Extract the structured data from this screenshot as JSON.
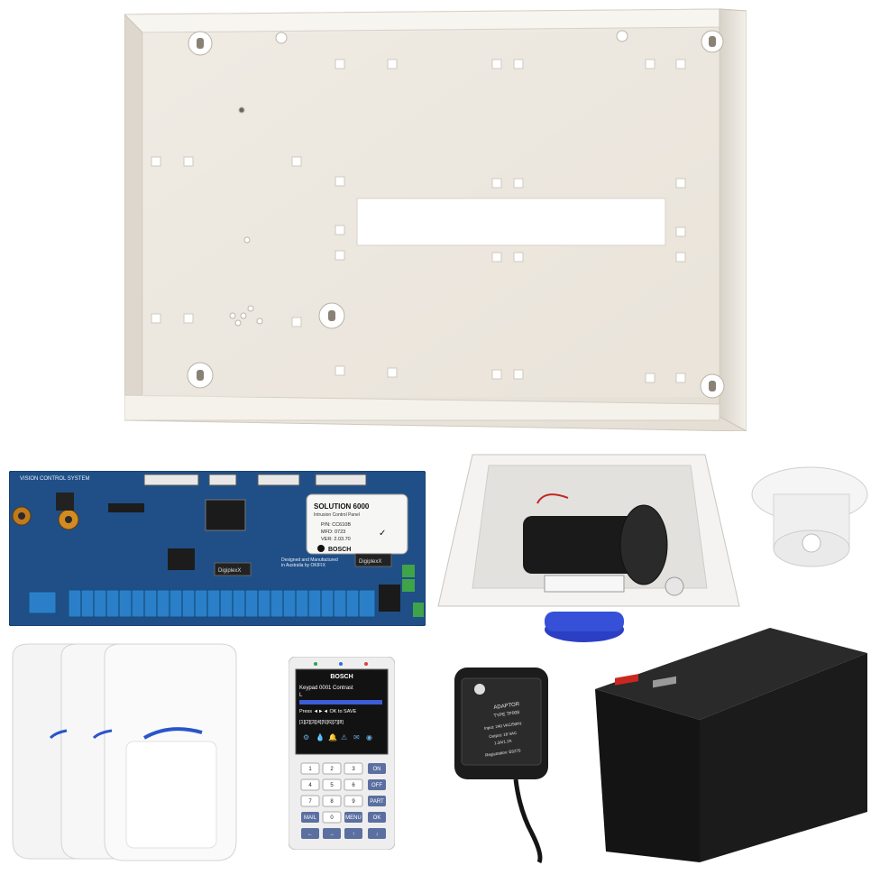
{
  "panel_label": {
    "line1": "SOLUTION 6000",
    "line2": "Intrusion Control Panel",
    "pn": "P/N: CC610B",
    "mfd": "MFD: 0723",
    "ver": "VER: 2.03.70",
    "brand": "BOSCH"
  },
  "board_marks": {
    "header": "VISION CONTROL SYSTEM",
    "made_in": "Designed and Manufactured",
    "made_in2": "in Australia by OKIFIX",
    "chip1": "DigiplexX",
    "chip2": "DigiplexX"
  },
  "keypad": {
    "brand": "BOSCH",
    "line1": "Keypad 0001 Contrast",
    "line2": "L",
    "line3": "Press ◄►◄ OK to SAVE",
    "status_line": "[1][2][3][4][5][6][7][8]",
    "keys": [
      "1",
      "2",
      "3",
      "ON",
      "4",
      "5",
      "6",
      "OFF",
      "7",
      "8",
      "9",
      "PART",
      "MAIL",
      "0",
      "MENU",
      "OK",
      "←",
      "→",
      "↑",
      "↓"
    ]
  },
  "adaptor": {
    "title": "ADAPTOR",
    "type": "TYPE TF008",
    "input": "Input: 240 VAC/50Hz",
    "output": "Output: 18 VAC",
    "rating": "1.3A/1.2A",
    "reg": "Registration: E6270"
  },
  "colors": {
    "enclosure": "#efebe4",
    "board": "#1f4f86",
    "terminals": "#2a7fc8",
    "siren_box": "#f4f3f1",
    "strobe_lens": "#2b3fc4",
    "battery": "#1b1b1b",
    "keypad_body": "#eeeeee",
    "pir_accent": "#2a55c9"
  }
}
